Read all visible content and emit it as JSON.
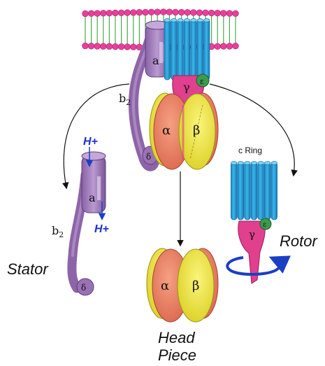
{
  "labels": {
    "a_top": "a",
    "b2_top": "b",
    "b2_sub": "2",
    "gamma_top": "γ",
    "epsilon_top": "ε",
    "alpha_top": "α",
    "beta_top": "β",
    "delta_top": "δ",
    "h_in": "H+",
    "h_out": "H+",
    "a_stator": "a",
    "b2_stator": "b",
    "b2_stator_sub": "2",
    "delta_stator": "δ",
    "stator": "Stator",
    "c_ring": "c Ring",
    "gamma_rotor": "γ",
    "epsilon_rotor": "ε",
    "rotor": "Rotor",
    "alpha_head": "α",
    "beta_head": "β",
    "head_line1": "Head",
    "head_line2": "Piece"
  },
  "colors": {
    "lipid_head": "#e8409a",
    "lipid_tail": "#4aa84a",
    "c_ring": "#29a9df",
    "c_ring_dark": "#1570a6",
    "a_subunit": "#a07ab8",
    "stalk": "#8e64a8",
    "gamma": "#e0408e",
    "epsilon": "#3c9a4c",
    "alpha": "#ec8064",
    "beta": "#f2ea36",
    "arrow_blue": "#1b3fc4",
    "proton_text": "#1d2fd0"
  }
}
